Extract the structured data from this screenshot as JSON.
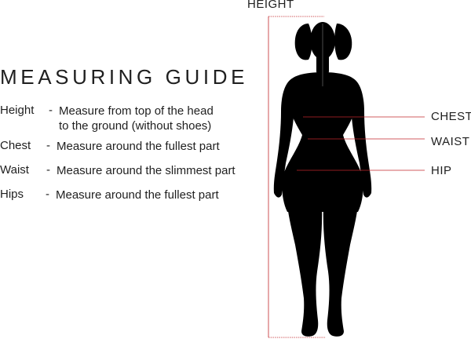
{
  "guide": {
    "title": "MEASURING GUIDE",
    "rows": [
      {
        "term": "Height",
        "dash": "-",
        "desc_lines": [
          "Measure from top of the head",
          "to the ground (without shoes)"
        ]
      },
      {
        "term": "Chest",
        "dash": "-",
        "desc_lines": [
          "Measure around the fullest part"
        ]
      },
      {
        "term": "Waist",
        "dash": "-",
        "desc_lines": [
          "Measure around the slimmest part"
        ]
      },
      {
        "term": "Hips",
        "dash": "-",
        "desc_lines": [
          "Measure around the fullest part"
        ]
      }
    ]
  },
  "figure": {
    "labels": {
      "height": "HEIGHT",
      "chest": "CHEST",
      "waist": "WAIST",
      "hip": "HIP"
    },
    "colors": {
      "silhouette": "#000000",
      "guide_line": "#c0262b",
      "text": "#1f1f1f"
    }
  }
}
